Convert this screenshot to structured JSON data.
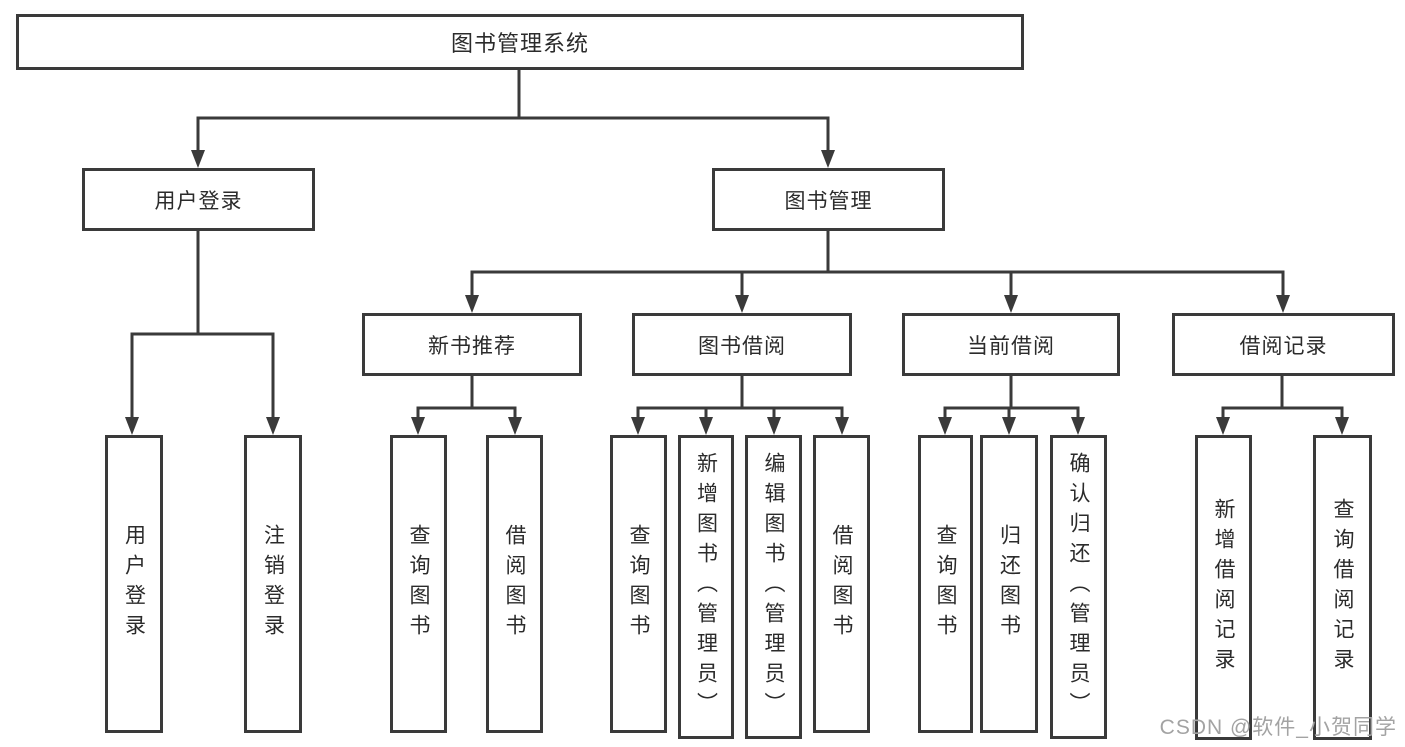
{
  "diagram": {
    "root": {
      "label": "图书管理系统"
    },
    "level2": [
      {
        "label": "用户登录"
      },
      {
        "label": "图书管理"
      }
    ],
    "level3": [
      {
        "label": "新书推荐",
        "parent": "图书管理"
      },
      {
        "label": "图书借阅",
        "parent": "图书管理"
      },
      {
        "label": "当前借阅",
        "parent": "图书管理"
      },
      {
        "label": "借阅记录",
        "parent": "图书管理"
      }
    ],
    "leaves": [
      {
        "label": "用户登录",
        "parent": "用户登录"
      },
      {
        "label": "注销登录",
        "parent": "用户登录"
      },
      {
        "label": "查询图书",
        "parent": "新书推荐"
      },
      {
        "label": "借阅图书",
        "parent": "新书推荐"
      },
      {
        "label": "查询图书",
        "parent": "图书借阅"
      },
      {
        "label": "新增图书（管理员）",
        "parent": "图书借阅"
      },
      {
        "label": "编辑图书（管理员）",
        "parent": "图书借阅"
      },
      {
        "label": "借阅图书",
        "parent": "图书借阅"
      },
      {
        "label": "查询图书",
        "parent": "当前借阅"
      },
      {
        "label": "归还图书",
        "parent": "当前借阅"
      },
      {
        "label": "确认归还（管理员）",
        "parent": "当前借阅"
      },
      {
        "label": "新增借阅记录",
        "parent": "借阅记录"
      },
      {
        "label": "查询借阅记录",
        "parent": "借阅记录"
      }
    ]
  },
  "watermark": "CSDN @软件_小贺同学",
  "colors": {
    "line": "#3a3a3a",
    "text": "#2b2b2b",
    "background": "#ffffff",
    "watermark": "#a3a3a3"
  }
}
